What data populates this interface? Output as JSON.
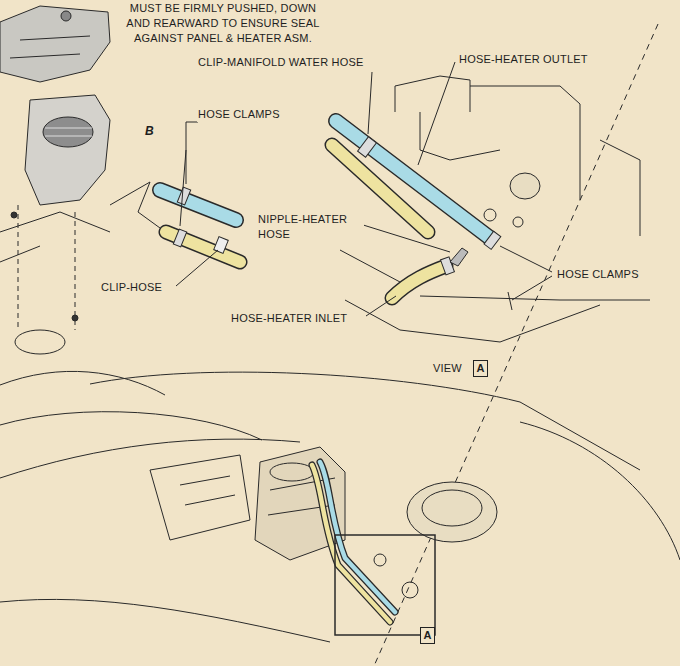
{
  "diagram": {
    "nodes": [
      {
        "text": [
          "A"
        ]
      },
      {
        "text": [
          "A"
        ]
      }
    ],
    "labels": [
      "MUST BE FIRMLY PUSHED, DOWN AND REARWARD TO ENSURE SEAL AGAINST PANEL & HEATER ASM.",
      "HOSE CLAMPS",
      "B",
      "NIPPLE-HEATER HOSE",
      "CLIP-HOSE",
      "CLIP-MANIFOLD WATER HOSE",
      "HOSE-HEATER OUTLET",
      "HOSE CLAMPS",
      "HOSE-HEATER INLET",
      "VIEW"
    ]
  }
}
